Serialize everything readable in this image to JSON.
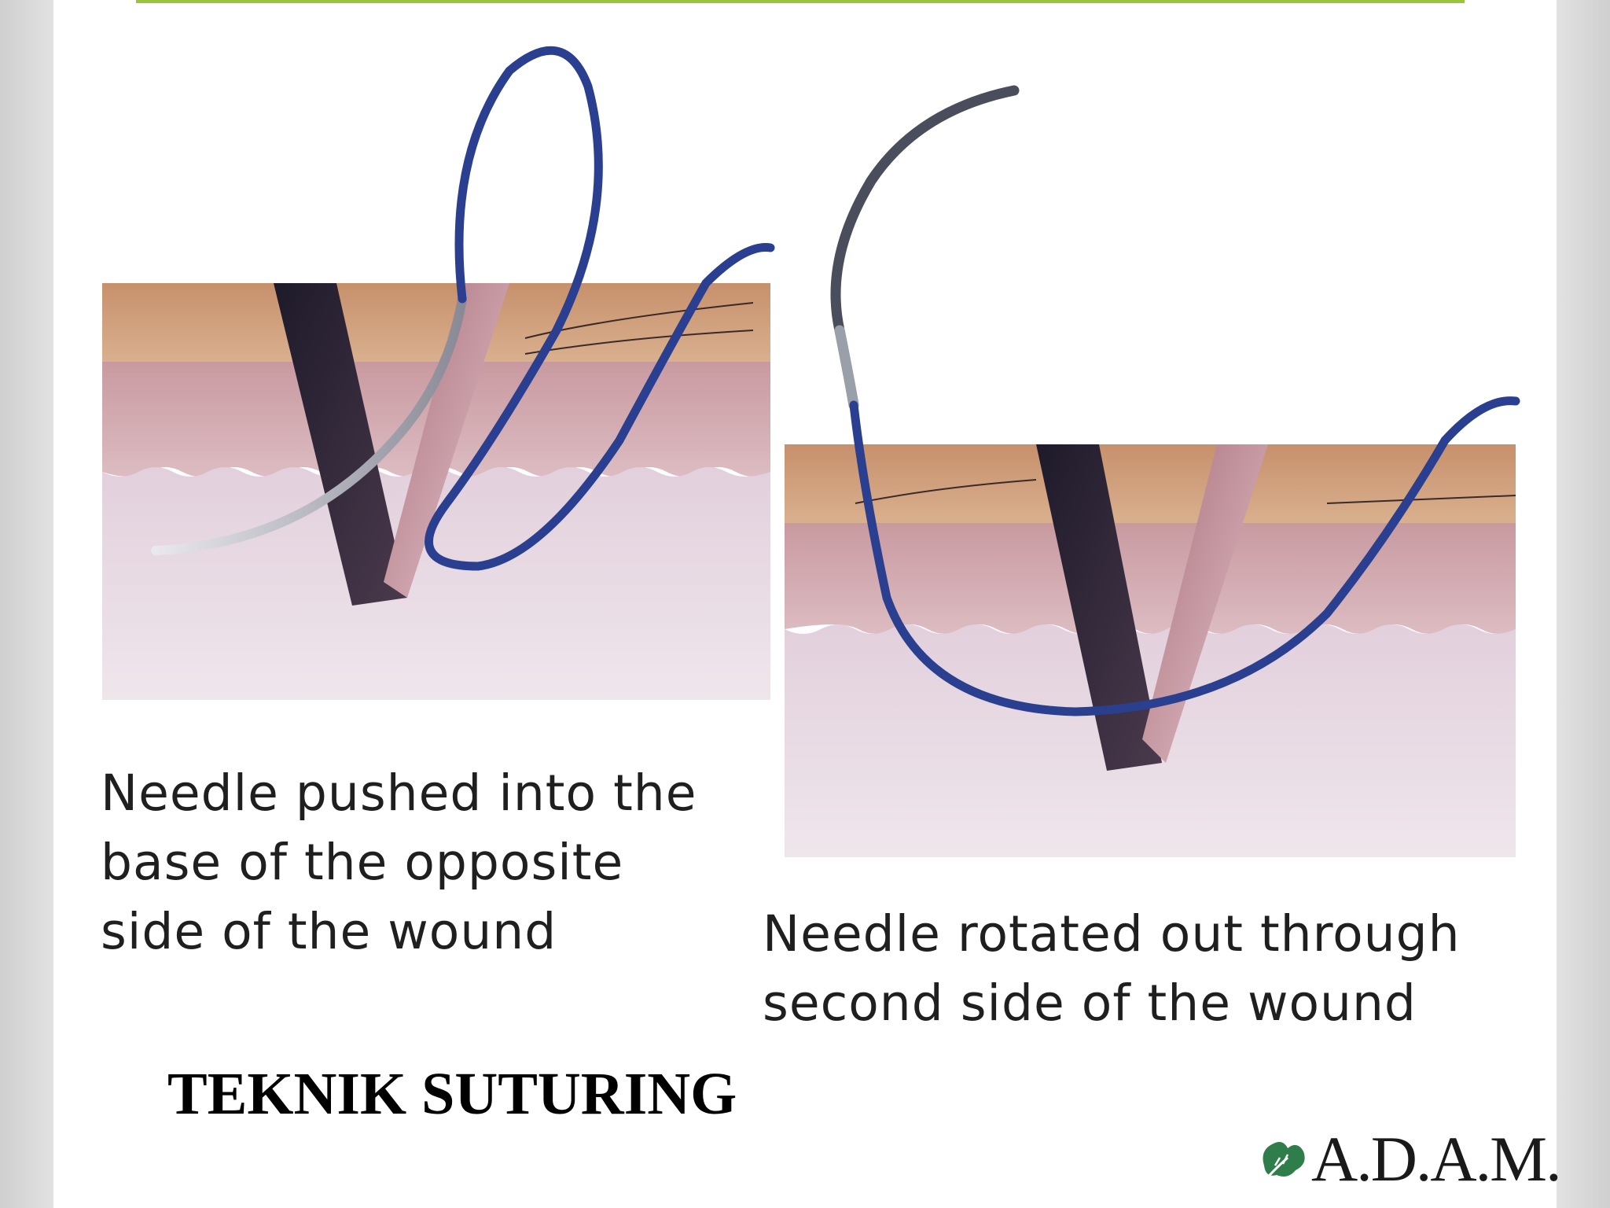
{
  "slide": {
    "title": "TEKNIK SUTURING",
    "accent_color": "#9bc43c"
  },
  "panels": [
    {
      "caption_lines": [
        "Needle pushed into the",
        "base of the opposite",
        "side of the wound"
      ]
    },
    {
      "caption_lines": [
        "Needle rotated out through",
        "second side of the wound"
      ]
    }
  ],
  "logo": {
    "text": "A.D.A.M.",
    "icon": "leaf-icon",
    "color": "#2f7d4a"
  },
  "colors": {
    "epidermis": "#c89a78",
    "dermis": "#d3a8ad",
    "subcutis": "#e4d6e0",
    "suture": "#2a3f8f",
    "needle": "#b8b8c0"
  }
}
